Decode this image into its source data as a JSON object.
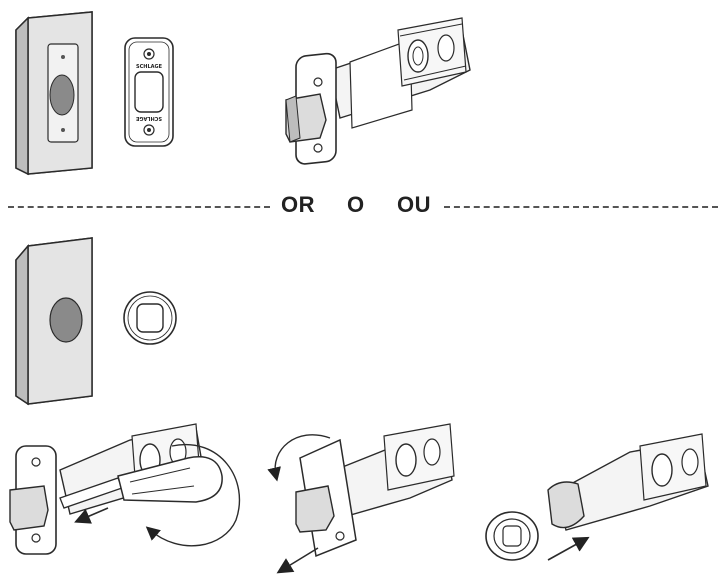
{
  "divider": {
    "labels": [
      "OR",
      "O",
      "OU"
    ]
  },
  "plate_brand": "SCHLAGE",
  "colors": {
    "line": "#2b2b2b",
    "door_edge": "#d6d6d6",
    "door_face": "#bdbdbd",
    "bore_hole": "#8a8a8a",
    "latch_fill": "#ededed"
  },
  "icons": {
    "rotate_arrow": "curved-arrow",
    "pull_arrow": "straight-arrow",
    "screwdriver": "screwdriver-icon"
  }
}
